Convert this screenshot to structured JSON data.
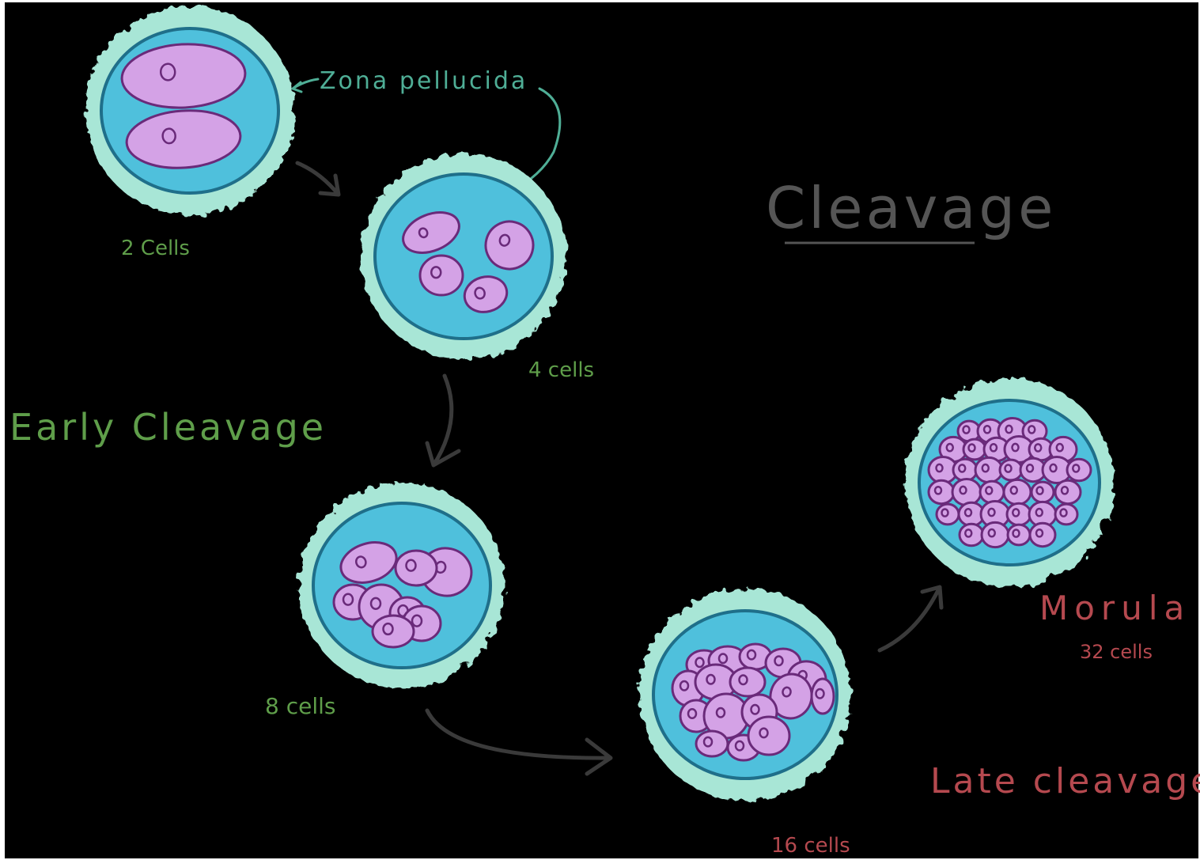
{
  "title": "Cleavage",
  "labels": {
    "zona": "Zona pellucida",
    "two_cells": "2 Cells",
    "four_cells": "4 cells",
    "eight_cells": "8 cells",
    "sixteen_cells": "16 cells",
    "morula": "Morula",
    "thirty_two_cells": "32 cells",
    "early": "Early Cleavage",
    "late": "Late cleavage"
  },
  "colors": {
    "background": "#000000",
    "zona": "#a8e6d6",
    "fluid": "#4fc0dc",
    "fluid_outline": "#1f6f8a",
    "cell": "#d4a2e6",
    "cell_outline": "#6a2a7a",
    "green_text": "#5f9e4a",
    "teal_text": "#4fae96",
    "red_text": "#b5494f",
    "arrow": "#3a3a3a",
    "title": "#555555"
  }
}
